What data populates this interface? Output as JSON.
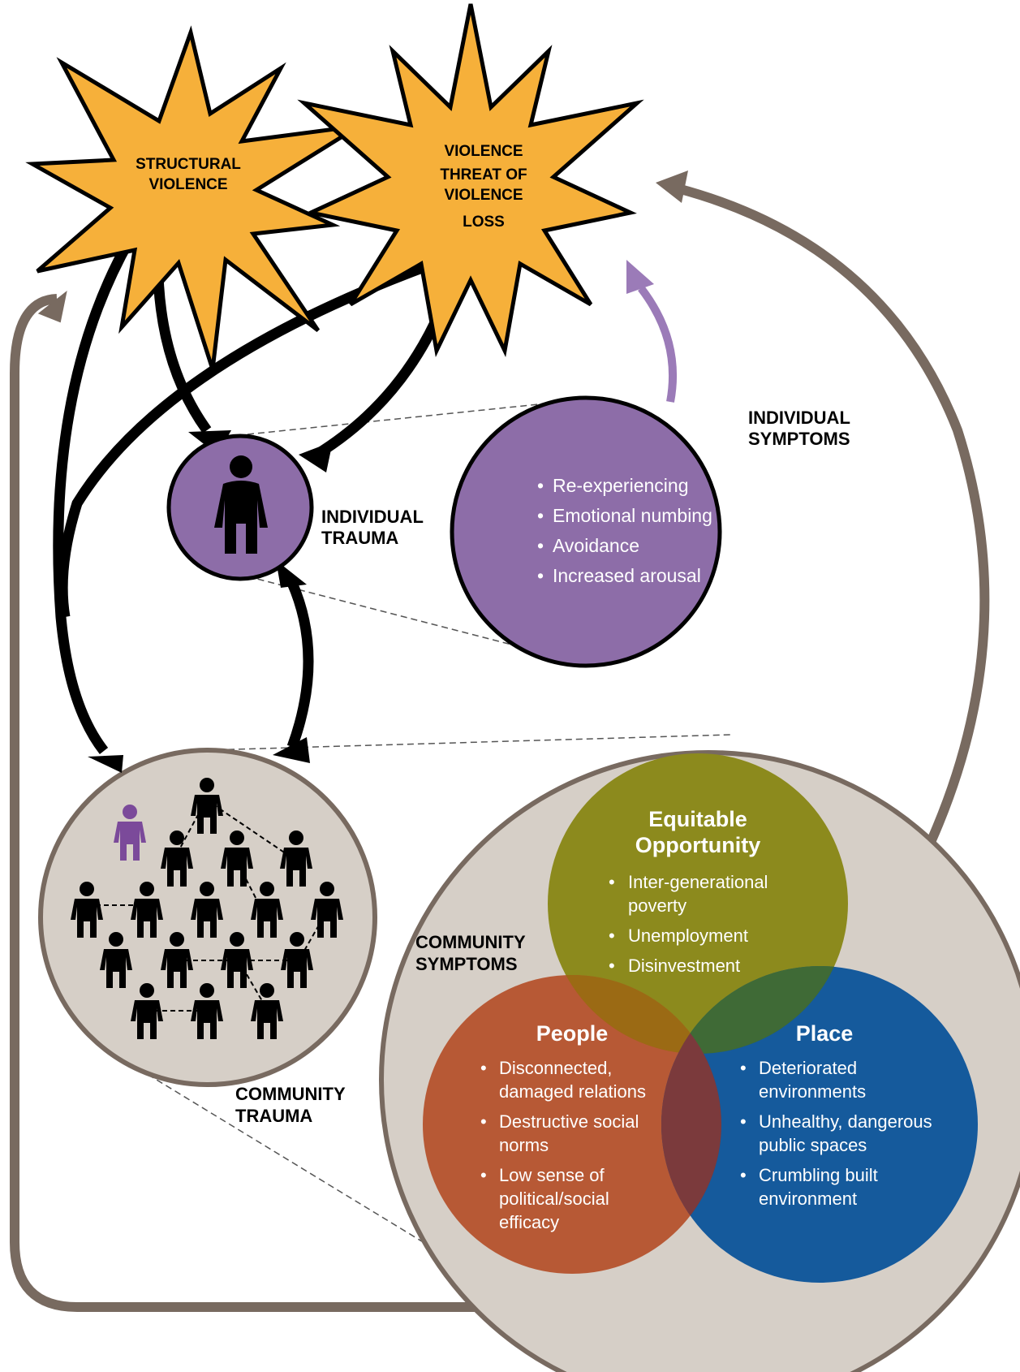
{
  "structural_star": {
    "line1": "STRUCTURAL",
    "line2": "VIOLENCE"
  },
  "violence_star": {
    "line1": "VIOLENCE",
    "line2": "THREAT OF",
    "line3": "VIOLENCE",
    "line4": "LOSS"
  },
  "individual_trauma": {
    "line1": "INDIVIDUAL",
    "line2": "TRAUMA"
  },
  "individual_symptoms": {
    "title1": "INDIVIDUAL",
    "title2": "SYMPTOMS",
    "items": [
      "Re-experiencing",
      "Emotional numbing",
      "Avoidance",
      "Increased arousal"
    ]
  },
  "community_trauma": {
    "line1": "COMMUNITY",
    "line2": "TRAUMA"
  },
  "community_symptoms": {
    "line1": "COMMUNITY",
    "line2": "SYMPTOMS"
  },
  "equitable": {
    "title1": "Equitable",
    "title2": "Opportunity",
    "items": [
      "Inter-generational",
      "poverty",
      "Unemployment",
      "Disinvestment"
    ]
  },
  "people": {
    "title": "People",
    "items": [
      "Disconnected,",
      "damaged relations",
      "Destructive social",
      "norms",
      "Low sense of",
      "political/social",
      "efficacy"
    ]
  },
  "place": {
    "title": "Place",
    "items": [
      "Deteriorated",
      "environments",
      "Unhealthy, dangerous",
      "public spaces",
      "Crumbling built",
      "environment"
    ]
  },
  "bullet": "•",
  "colors": {
    "star_fill": "#f6b03a",
    "purple": "#8d6da8",
    "purple_arrow": "#9b7bb8",
    "community_bg": "#d6cfc7",
    "loop_arrow": "#786a60",
    "olive": "#8c8a1d",
    "rust": "#b5502a",
    "blue": "#004c97"
  },
  "icons": [
    "starburst-icon",
    "person-icon",
    "network-people-icon",
    "arrow-icon"
  ]
}
